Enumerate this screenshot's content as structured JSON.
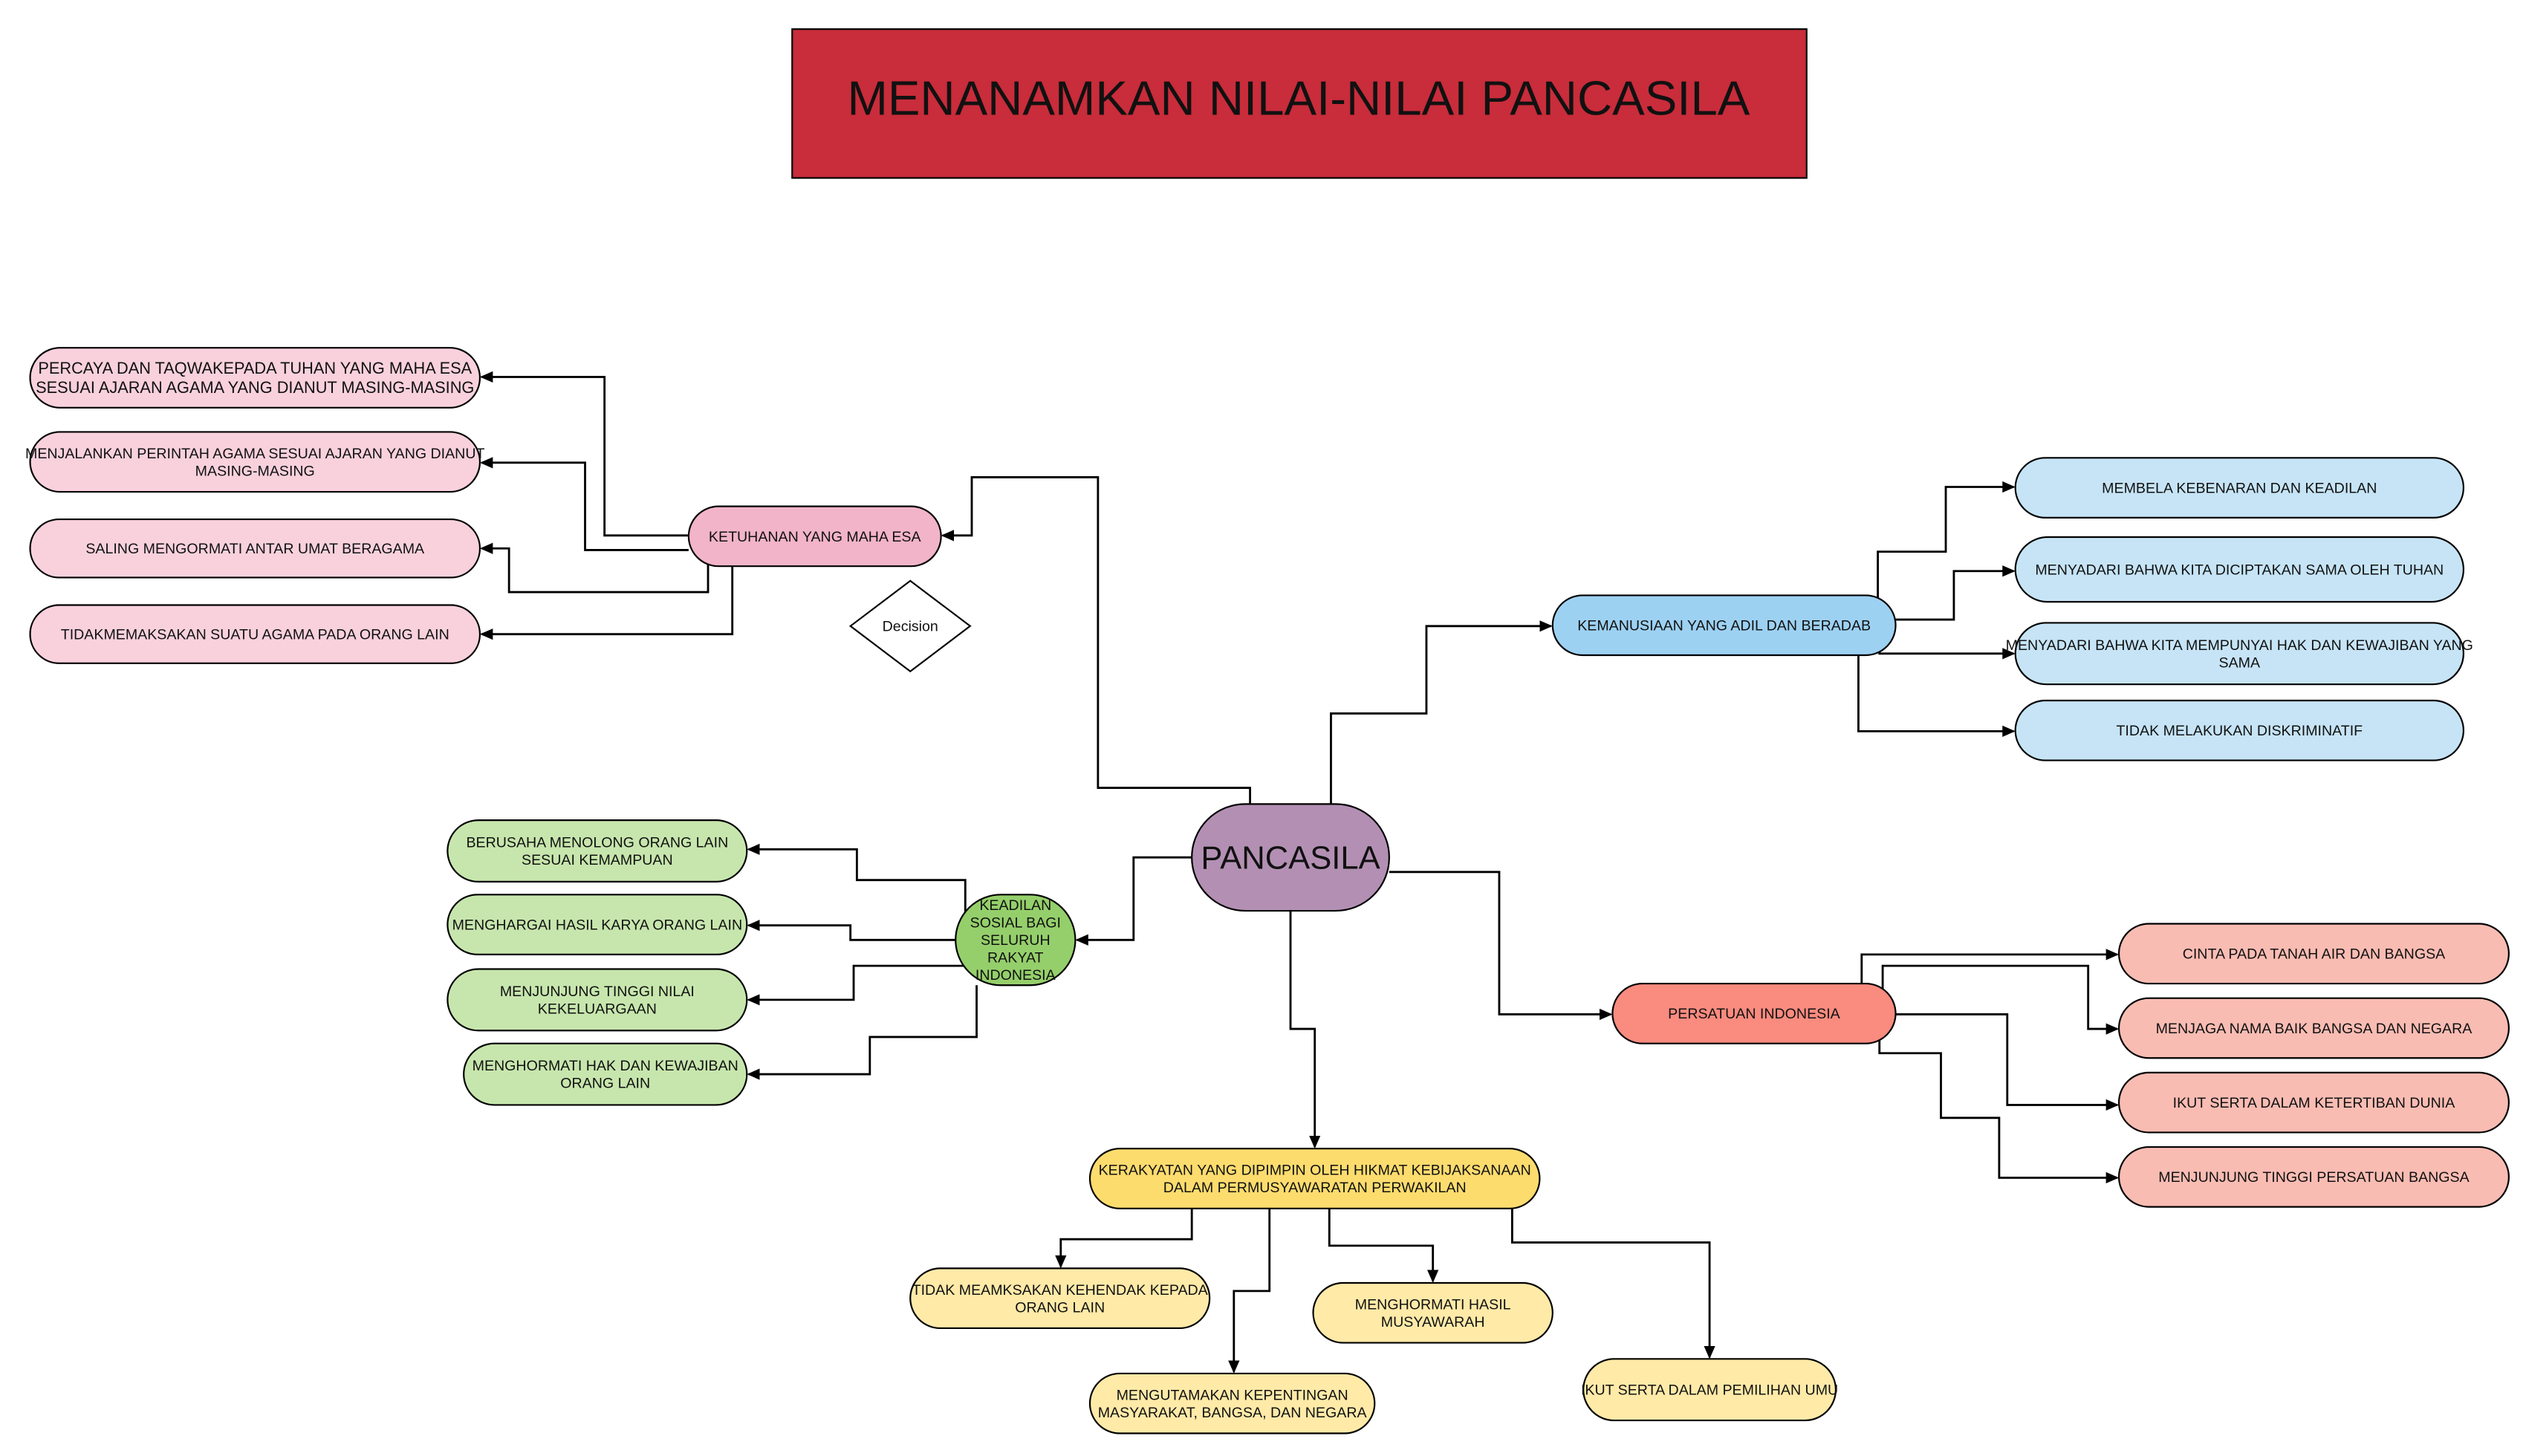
{
  "title": "MENANAMKAN NILAI-NILAI PANCASILA",
  "colors": {
    "title": "#c92c3a",
    "center": "#b390b3",
    "ketuhanan": "#f2b4c8",
    "ketuhanan_child": "#f8d1dd",
    "kemanusiaan": "#9dd1f2",
    "kemanusiaan_child": "#c6e4f6",
    "persatuan": "#f98b7f",
    "persatuan_child": "#f9bcb3",
    "kerakyatan": "#fddc6e",
    "kerakyatan_child": "#ffeaa8",
    "keadilan": "#95cf6b",
    "keadilan_child": "#c7e6ad"
  },
  "center": {
    "lines": [
      "PANCASILA"
    ]
  },
  "decision": {
    "lines": [
      "Decision"
    ]
  },
  "branches": {
    "ketuhanan": {
      "lines": [
        "KETUHANAN YANG MAHA  ESA"
      ],
      "children": [
        {
          "lines": [
            "PERCAYA DAN TAQWAKEPADA TUHAN YANG MAHA ESA",
            "SESUAI AJARAN AGAMA YANG DIANUT MASING-MASING"
          ]
        },
        {
          "lines": [
            "MENJALANKAN PERINTAH AGAMA SESUAI AJARAN YANG DIANUT",
            "MASING-MASING"
          ]
        },
        {
          "lines": [
            "SALING MENGORMATI ANTAR UMAT BERAGAMA"
          ]
        },
        {
          "lines": [
            "TIDAKMEMAKSAKAN SUATU AGAMA PADA ORANG LAIN"
          ]
        }
      ]
    },
    "kemanusiaan": {
      "lines": [
        "KEMANUSIAAN YANG ADIL DAN BERADAB"
      ],
      "children": [
        {
          "lines": [
            "MEMBELA KEBENARAN DAN KEADILAN"
          ]
        },
        {
          "lines": [
            "MENYADARI BAHWA KITA DICIPTAKAN SAMA OLEH TUHAN"
          ]
        },
        {
          "lines": [
            "MENYADARI BAHWA KITA MEMPUNYAI HAK DAN KEWAJIBAN YANG",
            "SAMA"
          ]
        },
        {
          "lines": [
            "TIDAK MELAKUKAN DISKRIMINATIF"
          ]
        }
      ]
    },
    "persatuan": {
      "lines": [
        "PERSATUAN INDONESIA"
      ],
      "children": [
        {
          "lines": [
            "CINTA PADA TANAH AIR DAN BANGSA"
          ]
        },
        {
          "lines": [
            "MENJAGA NAMA BAIK BANGSA DAN NEGARA"
          ]
        },
        {
          "lines": [
            "IKUT SERTA DALAM KETERTIBAN DUNIA"
          ]
        },
        {
          "lines": [
            "MENJUNJUNG TINGGI PERSATUAN BANGSA"
          ]
        }
      ]
    },
    "kerakyatan": {
      "lines": [
        "KERAKYATAN YANG DIPIMPIN OLEH HIKMAT KEBIJAKSANAAN",
        "DALAM PERMUSYAWARATAN PERWAKILAN"
      ],
      "children": [
        {
          "lines": [
            "TIDAK MEAMKSAKAN KEHENDAK KEPADA",
            "ORANG LAIN"
          ]
        },
        {
          "lines": [
            "MENGUTAMAKAN KEPENTINGAN",
            "MASYARAKAT, BANGSA, DAN NEGARA"
          ]
        },
        {
          "lines": [
            "MENGHORMATI HASIL",
            "MUSYAWARAH"
          ]
        },
        {
          "lines": [
            "IKUT SERTA DALAM PEMILIHAN UMU"
          ]
        }
      ]
    },
    "keadilan": {
      "lines": [
        "KEADILAN",
        "SOSIAL BAGI",
        "SELURUH",
        "RAKYAT",
        "INDONESIA"
      ],
      "children": [
        {
          "lines": [
            "BERUSAHA MENOLONG ORANG LAIN",
            "SESUAI KEMAMPUAN"
          ]
        },
        {
          "lines": [
            "MENGHARGAI HASIL KARYA ORANG LAIN"
          ]
        },
        {
          "lines": [
            "MENJUNJUNG TINGGI NILAI",
            "KEKELUARGAAN"
          ]
        },
        {
          "lines": [
            "MENGHORMATI HAK DAN KEWAJIBAN",
            "ORANG LAIN"
          ]
        }
      ]
    }
  }
}
